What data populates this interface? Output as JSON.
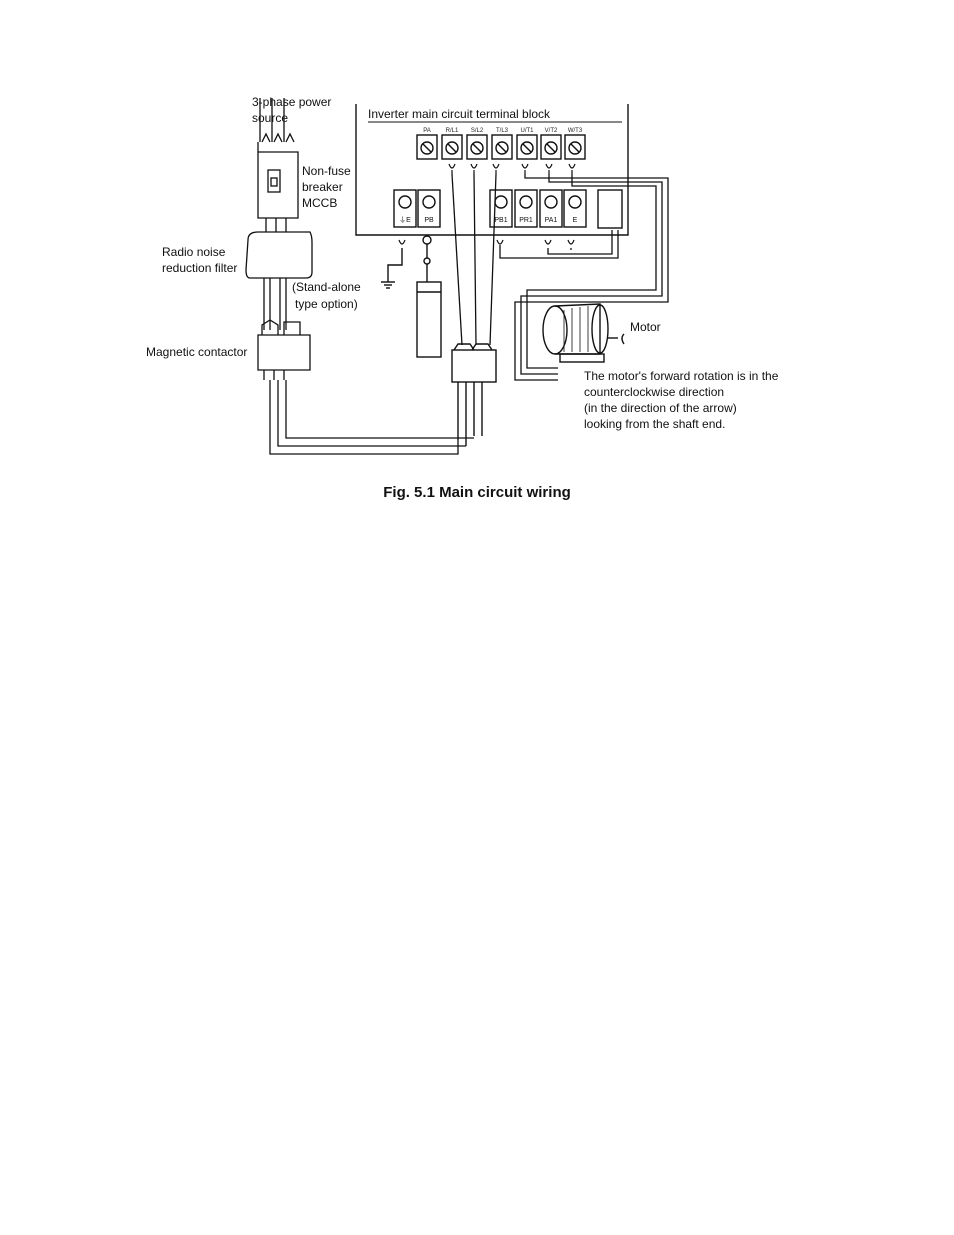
{
  "labels": {
    "power_source_line1": "3-phase power",
    "power_source_line2": "source",
    "breaker_line1": "Non-fuse",
    "breaker_line2": "breaker",
    "breaker_line3": "MCCB",
    "filter_line1": "Radio noise",
    "filter_line2": "reduction filter",
    "option_line1": "(Stand-alone",
    "option_line2": "type option)",
    "contactor": "Magnetic contactor",
    "terminal_block": "Inverter main circuit terminal block",
    "motor": "Motor",
    "rotation_line1": "The motor's forward rotation is in the",
    "rotation_line2": "counterclockwise direction",
    "rotation_line3": "(in the direction of the arrow)",
    "rotation_line4": "looking from the shaft end."
  },
  "terminals_top": [
    "PA",
    "R/L1",
    "S/L2",
    "T/L3",
    "U/T1",
    "V/T2",
    "W/T3"
  ],
  "terminals_bottom_left": [
    "⏚E",
    "PB"
  ],
  "terminals_bottom_right": [
    "PB1",
    "PR1",
    "PA1",
    "E"
  ],
  "caption": "Fig. 5.1  Main circuit wiring"
}
